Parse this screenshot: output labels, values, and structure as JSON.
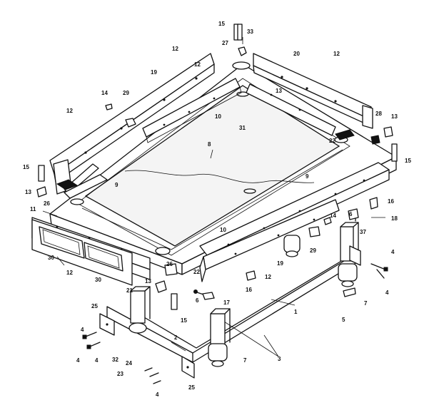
{
  "labels": {
    "l1": "1",
    "l2": "2",
    "l3": "3",
    "l4a": "4",
    "l4b": "4",
    "l4c": "4",
    "l4d": "4",
    "l4e": "4",
    "l5": "5",
    "l6a": "6",
    "l6b": "6",
    "l7a": "7",
    "l7b": "7",
    "l8": "8",
    "l9a": "9",
    "l9b": "9",
    "l10a": "10",
    "l10b": "10",
    "l11": "11",
    "l12a": "12",
    "l12b": "12",
    "l12c": "12",
    "l12d": "12",
    "l12e": "12",
    "l12f": "12",
    "l13a": "13",
    "l13b": "13",
    "l13c": "13",
    "l13d": "13",
    "l14a": "14",
    "l14b": "14",
    "l15a": "15",
    "l15b": "15",
    "l15c": "15",
    "l15d": "15",
    "l16a": "16",
    "l16b": "16",
    "l17": "17",
    "l18": "18",
    "l19a": "19",
    "l19b": "19",
    "l20": "20",
    "l21": "21",
    "l22a": "22",
    "l22b": "22",
    "l23": "23",
    "l24": "24",
    "l25a": "25",
    "l25b": "25",
    "l26a": "26",
    "l26b": "26",
    "l27": "27",
    "l28": "28",
    "l29a": "29",
    "l29b": "29",
    "l30a": "30",
    "l30b": "30",
    "l31": "31",
    "l32": "32",
    "l33": "33",
    "l37": "37"
  }
}
